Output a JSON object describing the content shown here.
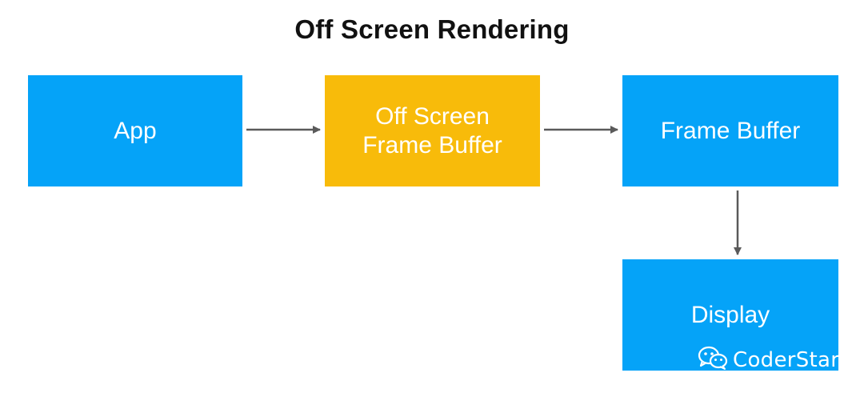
{
  "title": "Off Screen Rendering",
  "colors": {
    "blue": "#05A3F8",
    "yellow": "#F8BB0A",
    "arrow": "#5A5A5A",
    "text": "#FFFFFF"
  },
  "nodes": {
    "app": {
      "label": "App"
    },
    "offscreen": {
      "line1": "Off Screen",
      "line2": "Frame Buffer"
    },
    "framebuffer": {
      "label": "Frame Buffer"
    },
    "display": {
      "label": "Display"
    }
  },
  "edges": [
    {
      "from": "app",
      "to": "offscreen"
    },
    {
      "from": "offscreen",
      "to": "framebuffer"
    },
    {
      "from": "framebuffer",
      "to": "display"
    }
  ],
  "watermark": {
    "text": "CoderStar",
    "icon": "wechat-icon"
  }
}
